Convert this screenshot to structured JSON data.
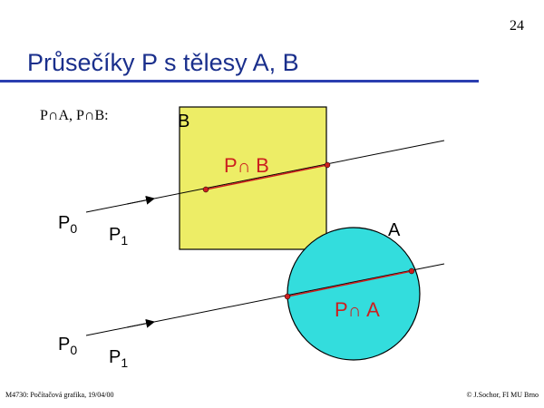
{
  "slide": {
    "number": "24",
    "title": "Průsečíky P s tělesy A, B",
    "intro_text": "P∩A, P∩B:",
    "footer_left": "M4730: Počítačová grafika, 19/04/00",
    "footer_right": "© J.Sochor, FI MU Brno"
  },
  "diagram": {
    "body_b": {
      "label": "B",
      "fill": "#eded66"
    },
    "body_a": {
      "label": "A",
      "fill": "#33dddd"
    },
    "intersection_b": {
      "prefix": "P",
      "symbol": "∩",
      "body": "B"
    },
    "intersection_a": {
      "prefix": "P",
      "symbol": "∩",
      "body": "A"
    },
    "ray_1": {
      "origin_label": "P",
      "origin_sub": "0",
      "direction_label": "P",
      "direction_sub": "1"
    },
    "ray_2": {
      "origin_label": "P",
      "origin_sub": "0",
      "direction_label": "P",
      "direction_sub": "1"
    },
    "colors": {
      "segment": "#cc1f1f",
      "ray": "#000000",
      "title": "#1a2f8c",
      "rule": "#2b3eb0"
    }
  }
}
